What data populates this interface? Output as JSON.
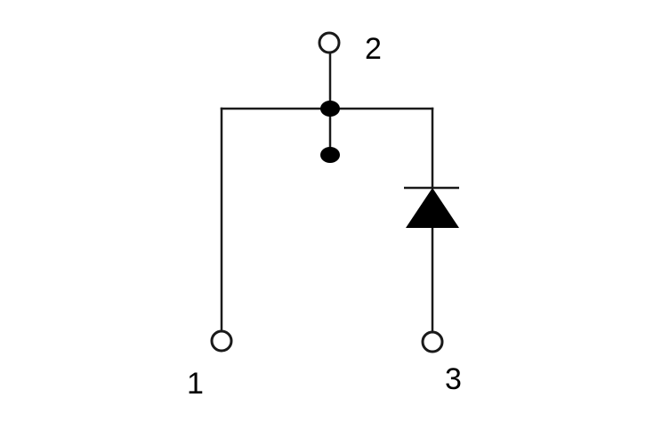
{
  "terminals": {
    "t1": {
      "label": "1"
    },
    "t2": {
      "label": "2"
    },
    "t3": {
      "label": "3"
    }
  }
}
